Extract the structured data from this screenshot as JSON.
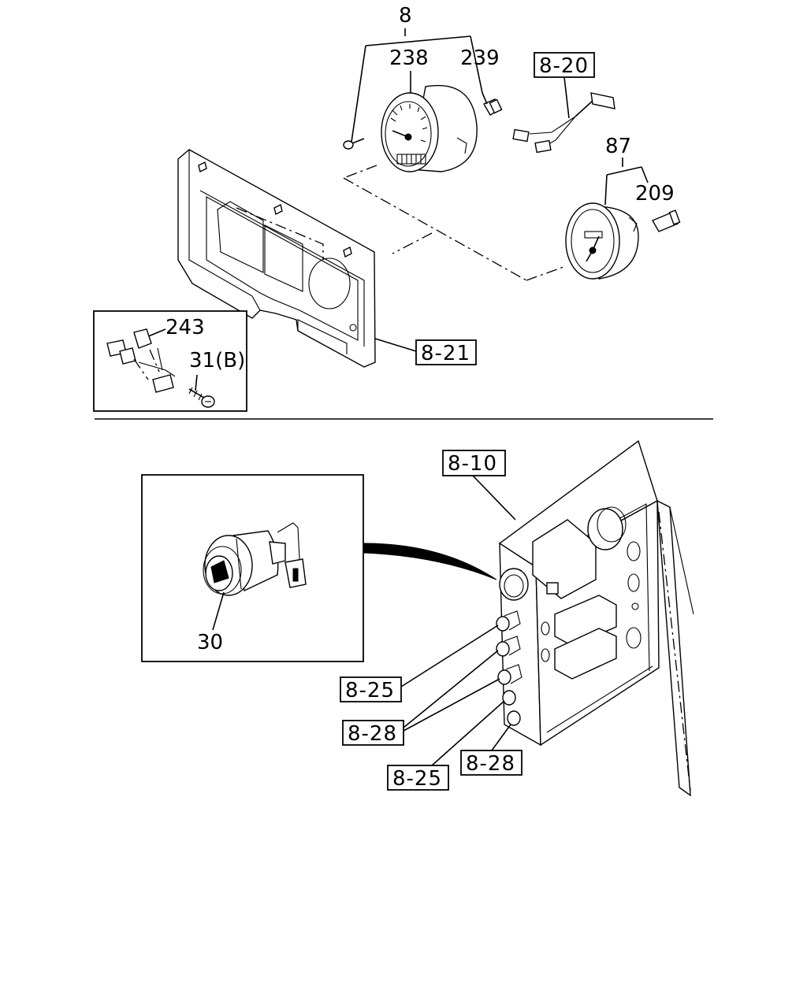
{
  "diagram": {
    "labels": {
      "part_8": "8",
      "part_238": "238",
      "part_239": "239",
      "part_87": "87",
      "part_209": "209",
      "part_243": "243",
      "part_31b": "31(B)",
      "part_30": "30"
    },
    "references": {
      "ref_8_20": "8-20",
      "ref_8_21": "8-21",
      "ref_8_10": "8-10",
      "ref_8_25_a": "8-25",
      "ref_8_28_a": "8-28",
      "ref_8_25_b": "8-25",
      "ref_8_28_b": "8-28"
    }
  }
}
